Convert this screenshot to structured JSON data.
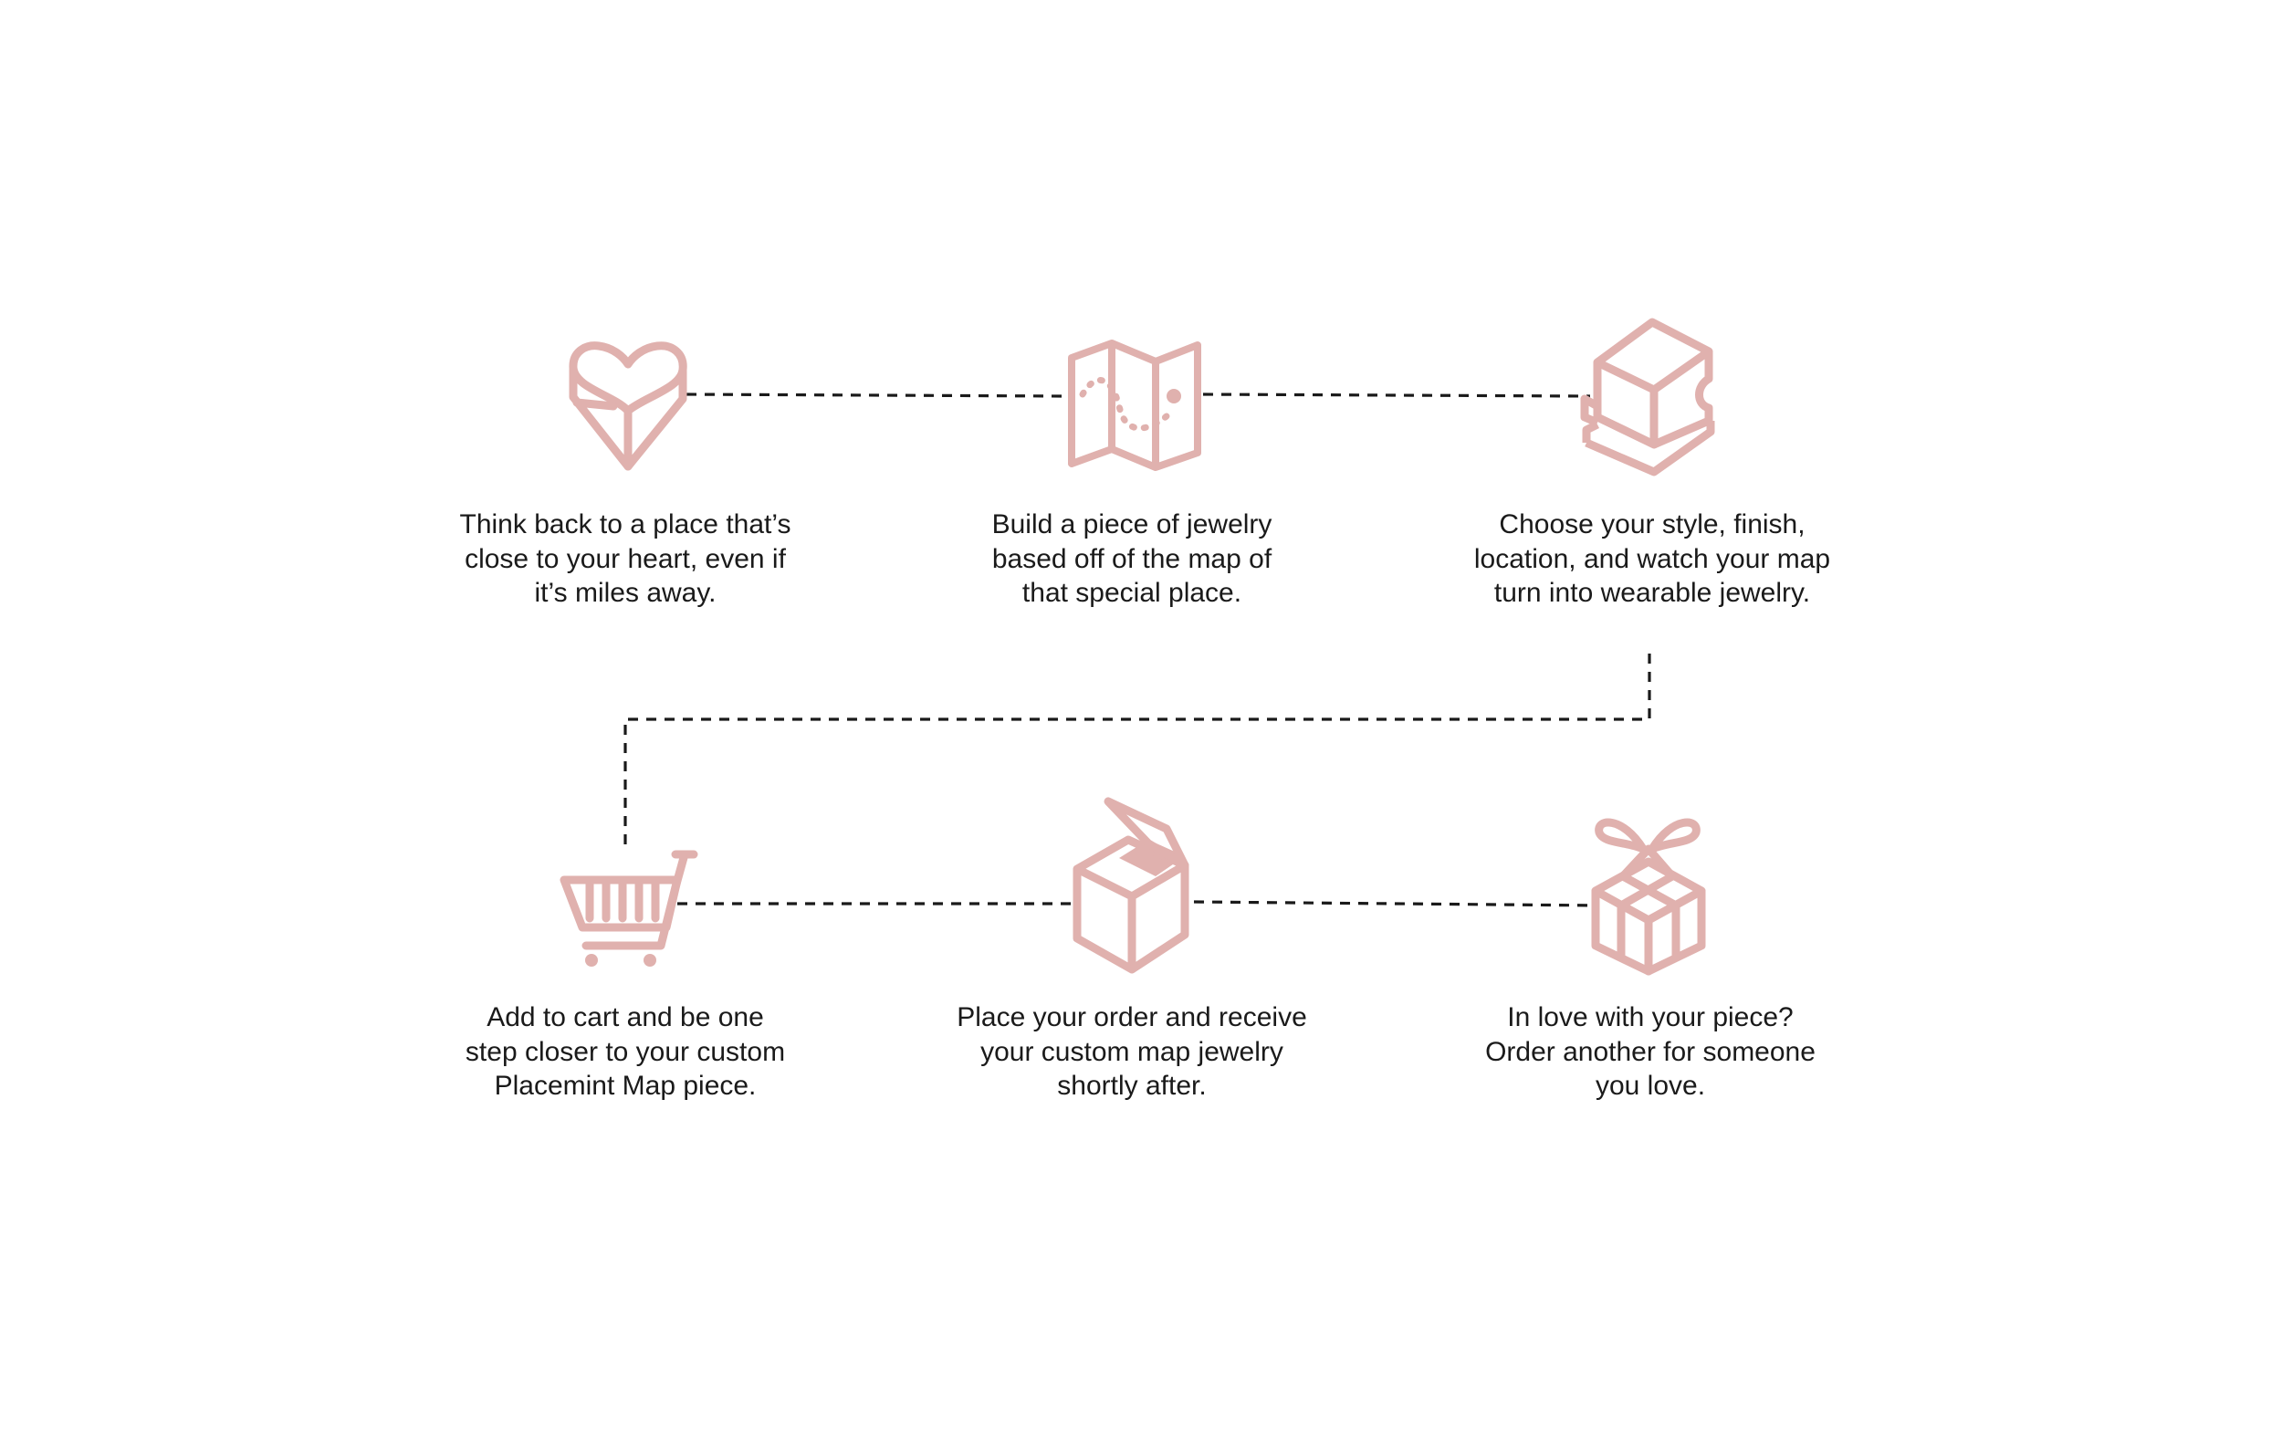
{
  "colors": {
    "icon": "#e0b1ae",
    "text": "#1a1a1a",
    "connector": "#1a1a1a",
    "background": "#ffffff"
  },
  "steps": [
    {
      "icon": "heart-icon",
      "lines": [
        "Think back to a place that’s",
        "close to your heart, even if",
        "it’s miles away."
      ]
    },
    {
      "icon": "folded-map-icon",
      "lines": [
        "Build a piece of jewelry",
        "based off of the map of",
        "that special place."
      ]
    },
    {
      "icon": "anvil-icon",
      "lines": [
        "Choose your style, finish,",
        "location, and watch your map",
        "turn into wearable jewelry."
      ]
    },
    {
      "icon": "shopping-cart-icon",
      "lines": [
        "Add to cart and be one",
        "step closer to your custom",
        "Placemint Map piece."
      ]
    },
    {
      "icon": "open-box-icon",
      "lines": [
        "Place your order and receive",
        "your custom map jewelry",
        "shortly after."
      ]
    },
    {
      "icon": "gift-box-icon",
      "lines": [
        "In love with your piece?",
        "Order another for someone",
        "you love."
      ]
    }
  ]
}
